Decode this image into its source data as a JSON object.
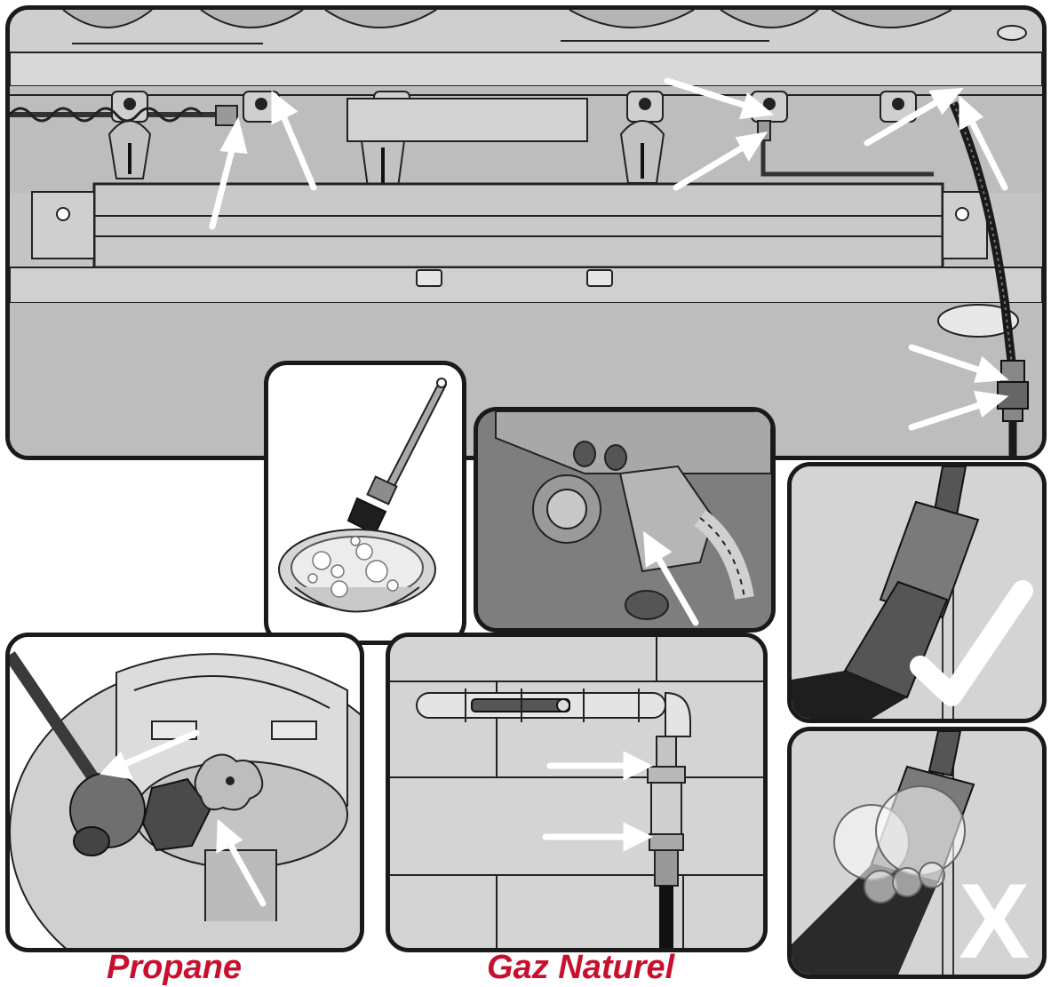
{
  "captions": {
    "propane": "Propane",
    "natural_gas": "Gaz Naturel"
  },
  "marks": {
    "correct": "check-mark-icon",
    "incorrect": "X"
  },
  "colors": {
    "caption_red": "#c8102e",
    "panel_border": "#1a1a1a",
    "arrow": "#ffffff",
    "grill_gray": "#bdbdbd"
  }
}
